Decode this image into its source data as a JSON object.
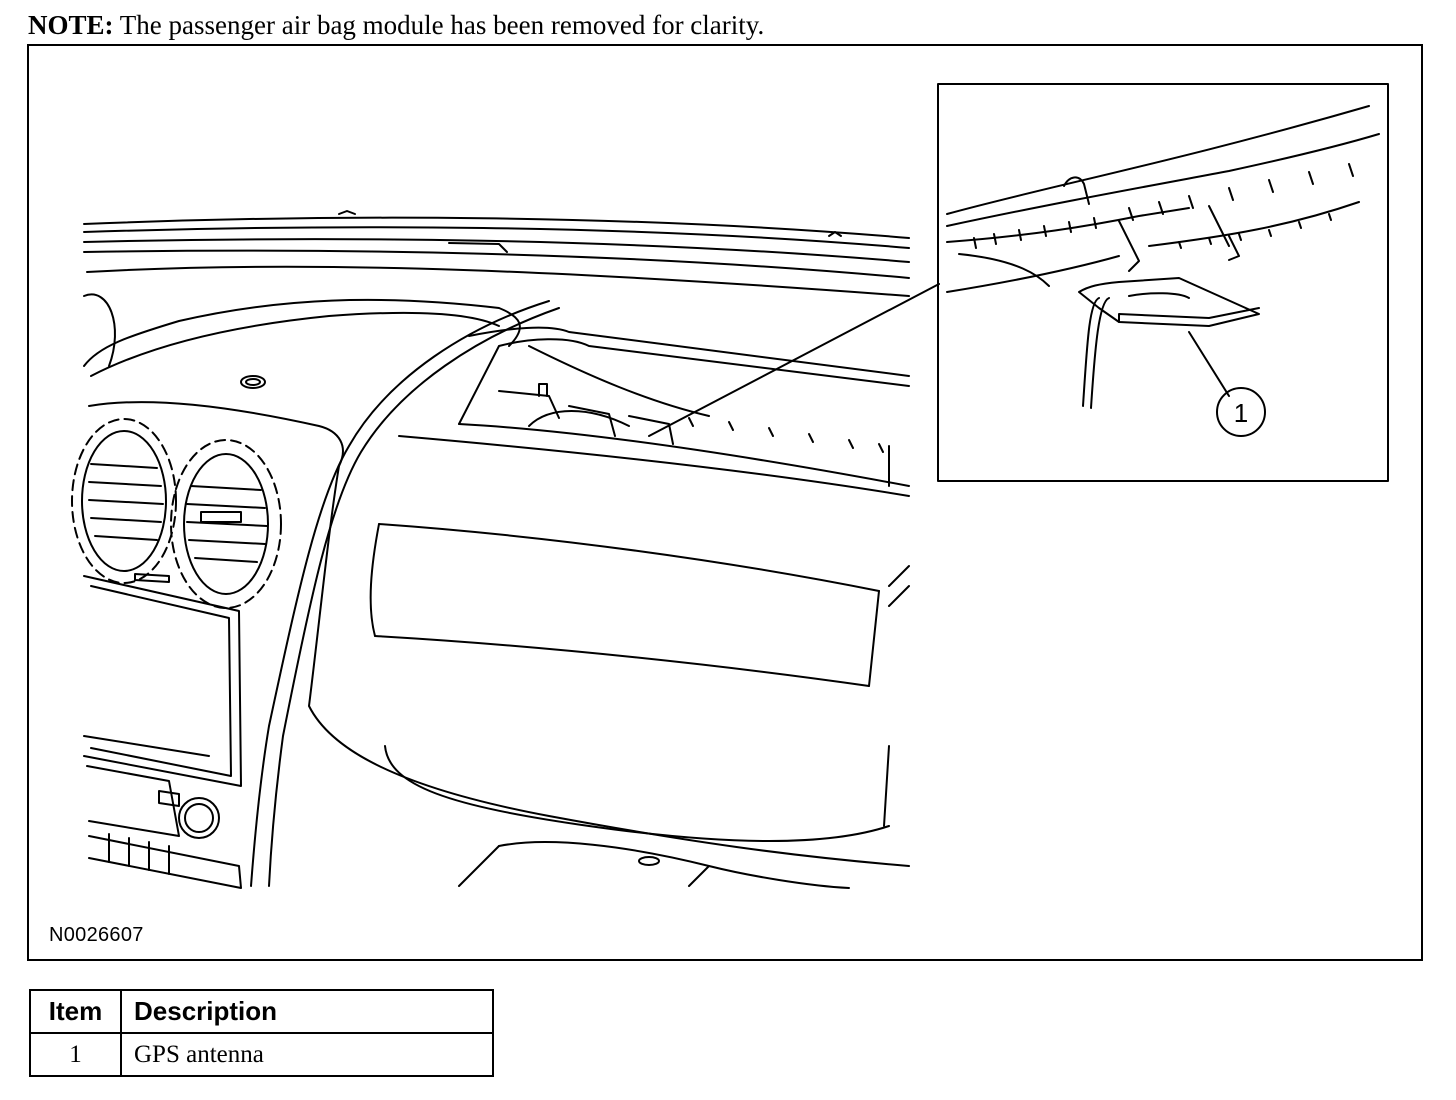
{
  "note": {
    "label": "NOTE:",
    "text": " The passenger air bag module has been removed for clarity."
  },
  "figure": {
    "id": "N0026607",
    "callouts": [
      "1"
    ]
  },
  "legend": {
    "headers": {
      "item": "Item",
      "description": "Description"
    },
    "rows": [
      {
        "item": "1",
        "description": "GPS antenna"
      }
    ]
  }
}
